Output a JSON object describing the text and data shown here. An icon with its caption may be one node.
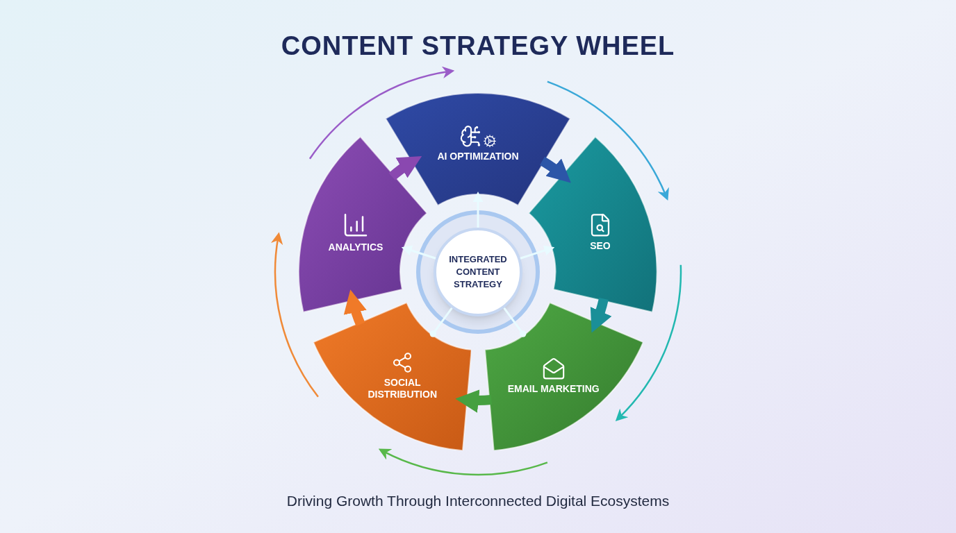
{
  "diagram": {
    "title": "CONTENT STRATEGY WHEEL",
    "nodes": [
      {
        "text": [
          "INTEGRATED CONTENT STRATEGY"
        ]
      },
      {
        "text": [
          "AI OPTIMIZATION"
        ]
      },
      {
        "text": [
          "SEO"
        ]
      },
      {
        "text": [
          "EMAIL MARKETING"
        ]
      },
      {
        "text": [
          "SOCIAL DISTRIBUTION"
        ]
      },
      {
        "text": [
          "ANALYTICS"
        ]
      }
    ],
    "edges": [
      {
        "from": 0,
        "to": 1,
        "arrow": "to"
      },
      {
        "from": 0,
        "to": 2,
        "arrow": "to"
      },
      {
        "from": 0,
        "to": 3,
        "arrow": "other"
      },
      {
        "from": 0,
        "to": 4,
        "arrow": "other"
      },
      {
        "from": 0,
        "to": 5,
        "arrow": "to"
      },
      {
        "from": 1,
        "to": 2,
        "arrow": "to",
        "style": "thick",
        "color": "#2c56a8"
      },
      {
        "from": 2,
        "to": 3,
        "arrow": "to",
        "style": "thick",
        "color": "#1a8f98"
      },
      {
        "from": 3,
        "to": 4,
        "arrow": "to",
        "style": "thick",
        "color": "#45a040"
      },
      {
        "from": 4,
        "to": 5,
        "arrow": "to",
        "style": "thick",
        "color": "#f07a28"
      },
      {
        "from": 5,
        "to": 1,
        "arrow": "to",
        "style": "thick",
        "color": "#8a48b0"
      }
    ],
    "caption": "Driving Growth Through Interconnected Digital Ecosystems"
  }
}
